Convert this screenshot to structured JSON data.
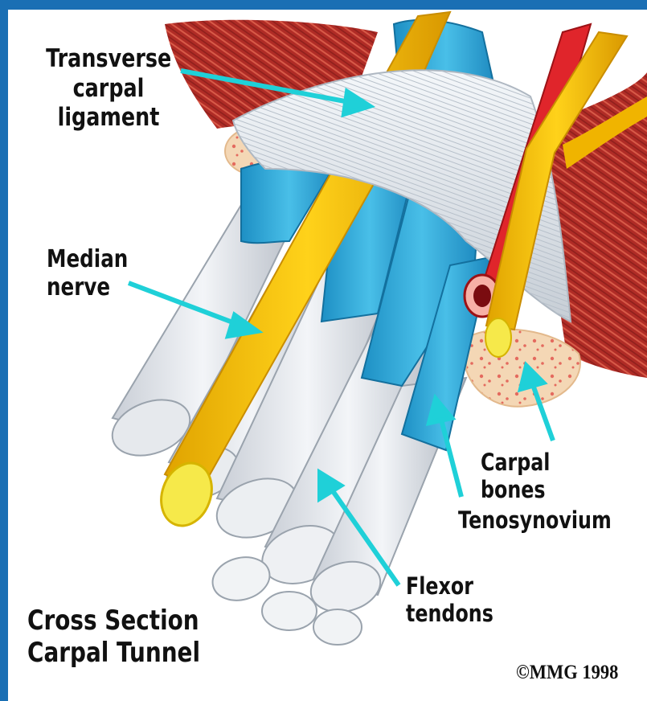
{
  "labels": {
    "ligament": "Transverse\ncarpal\nligament",
    "nerve": "Median\nnerve",
    "bones": "Carpal bones",
    "tenosynovium": "Tenosynovium",
    "flexor": "Flexor\ntendons",
    "title": "Cross Section\nCarpal Tunnel",
    "copyright": "©MMG 1998"
  },
  "colors": {
    "frame": "#1a6fb4",
    "arrow": "#1fd0d8",
    "nerve": "#f5c400",
    "tenosynovium": "#2aa7d8",
    "tendon": "#dfe3e8",
    "ligament": "#e9eef3",
    "muscle": "#b8322b",
    "artery": "#e0252b",
    "bone": "#f4d7b5"
  }
}
